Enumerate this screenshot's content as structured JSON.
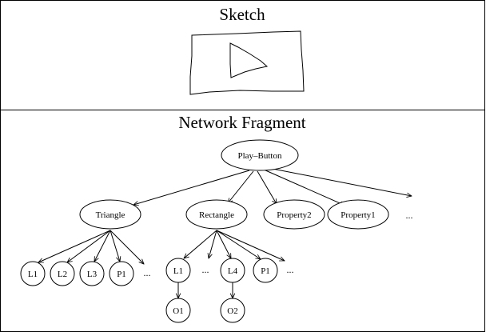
{
  "sketch_panel": {
    "title": "Sketch"
  },
  "network_panel": {
    "title": "Network Fragment",
    "nodes": {
      "root": "Play–Button",
      "triangle": "Triangle",
      "rectangle": "Rectangle",
      "property2": "Property2",
      "property1": "Property1",
      "tri_l1": "L1",
      "tri_l2": "L2",
      "tri_l3": "L3",
      "tri_p1": "P1",
      "rect_l1": "L1",
      "rect_l4": "L4",
      "rect_p1": "P1",
      "rect_o1": "O1",
      "rect_o2": "O2"
    },
    "ellipsis": "..."
  }
}
